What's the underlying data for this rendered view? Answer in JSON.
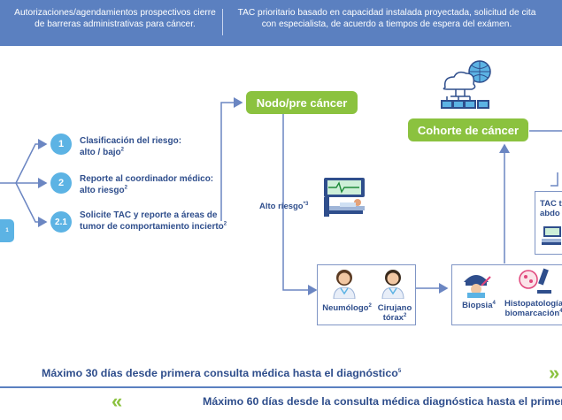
{
  "header": {
    "col1": "Autorizaciones/agendamientos prospectivos cierre de barreras administrativas para cáncer.",
    "col2": "TAC prioritario basado en capacidad instalada proyectada, solicitud de cita con especialista, de acuerdo a tiempos de espera del exámen."
  },
  "steps": [
    {
      "num": "1",
      "line1": "Clasificación del riesgo:",
      "line2": "alto / bajo",
      "sup": "2"
    },
    {
      "num": "2",
      "line1": "Reporte al coordinador médico:",
      "line2": "alto riesgo",
      "sup": "2"
    },
    {
      "num": "2.1",
      "line1": "Solicite TAC y reporte a áreas de",
      "line2": "tumor de comportamiento incierto",
      "sup": "2"
    }
  ],
  "left_chip": {
    "sup": "1"
  },
  "nodes": {
    "nodo": "Nodo/pre cáncer",
    "cohorte": "Cohorte de cáncer"
  },
  "alto_riesgo": {
    "label": "Alto riesgo",
    "sup": "*3"
  },
  "specialists": {
    "neumologo": {
      "label": "Neumólogo",
      "sup": "2"
    },
    "cirujano": {
      "line1": "Cirujano",
      "line2": "tórax",
      "sup": "2"
    },
    "biopsia": {
      "label": "Biopsia",
      "sup": "4"
    },
    "histo": {
      "line1": "Histopatología",
      "line2": "biomarcación",
      "sup": "4"
    }
  },
  "tac_partial": {
    "line1": "TAC t",
    "line2": "abdo"
  },
  "bottom": {
    "line1": "Máximo 30 días desde primera consulta médica hasta el diagnóstico",
    "line1_sup": "5",
    "line2": "Máximo 60 días desde la consulta médica diagnóstica hasta el primer"
  },
  "icons": {
    "chevron_right": "»",
    "chevron_left": "«"
  },
  "colors": {
    "header_bg": "#5b80c0",
    "green": "#8bc23f",
    "circle_blue": "#5cb3e4",
    "text_navy": "#2f4e8c"
  }
}
